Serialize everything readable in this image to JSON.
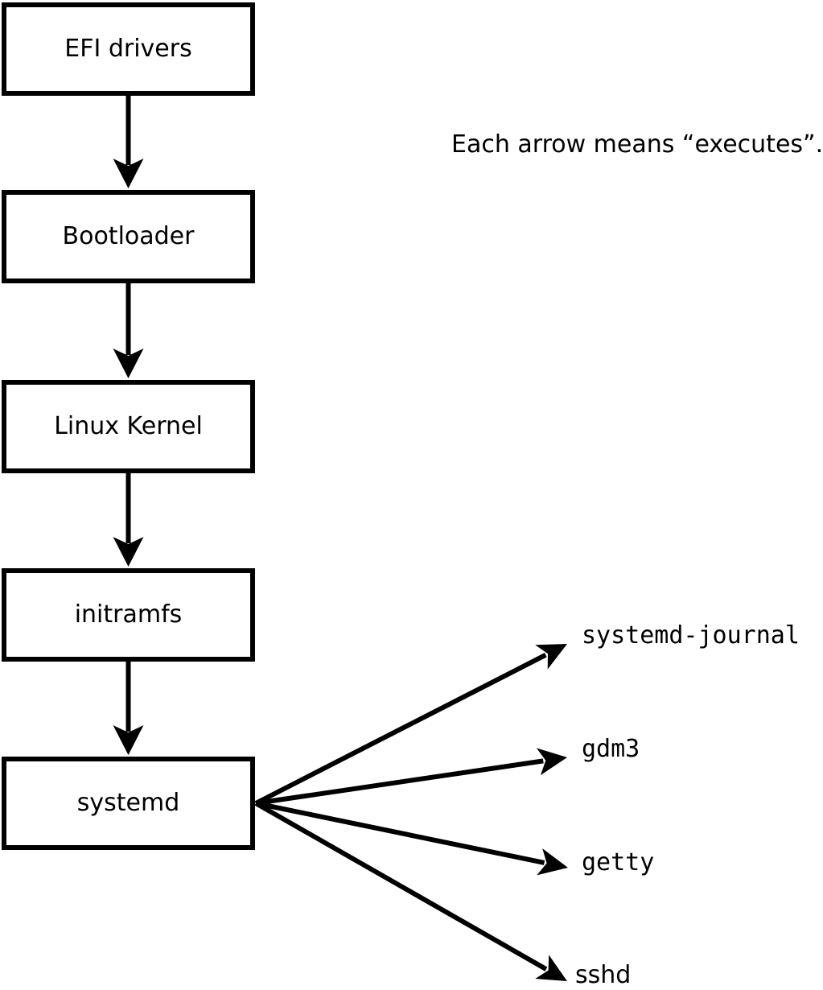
{
  "caption": "Each arrow means “executes”.",
  "flow": {
    "nodes": [
      {
        "label": "EFI drivers"
      },
      {
        "label": "Bootloader"
      },
      {
        "label": "Linux Kernel"
      },
      {
        "label": "initramfs"
      },
      {
        "label": "systemd"
      }
    ]
  },
  "targets": [
    {
      "label": "systemd-journal"
    },
    {
      "label": "gdm3"
    },
    {
      "label": "getty"
    },
    {
      "label": "sshd"
    }
  ],
  "colors": {
    "line": "#000000",
    "box_fill": "#ffffff",
    "background": "#ffffff",
    "text": "#000000"
  }
}
